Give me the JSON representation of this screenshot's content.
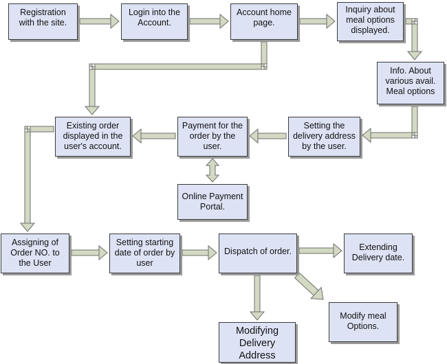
{
  "diagram": {
    "colors": {
      "box_fill": "#dde3f5",
      "box_border": "#3a3a3a",
      "arrow_fill": "#d3d9c2",
      "arrow_stroke": "#6e6e6e"
    },
    "nodes": {
      "registration": "Registration\nwith the site.",
      "login": "Login into the\nAccount.",
      "account_home": "Account home\npage.",
      "inquiry": "Inquiry about\nmeal options\ndisplayed.",
      "info_meal": "Info. About\nvarious avail.\nMeal options",
      "set_address": "Setting the\ndelivery address\nby the user.",
      "payment": "Payment for the\norder by the\nuser.",
      "online_portal": "Online Payment\nPortal.",
      "existing_order": "Existing order\ndisplayed in the\nuser's account.",
      "assign_order": "Assigning of\nOrder NO. to\nthe User",
      "start_date": "Setting starting\ndate of order by\nuser",
      "dispatch": "Dispatch of order.",
      "extend_date": "Extending\nDelivery date.",
      "modify_address": "Modifying\nDelivery\nAddress",
      "modify_meal": "Modify meal\nOptions."
    }
  }
}
